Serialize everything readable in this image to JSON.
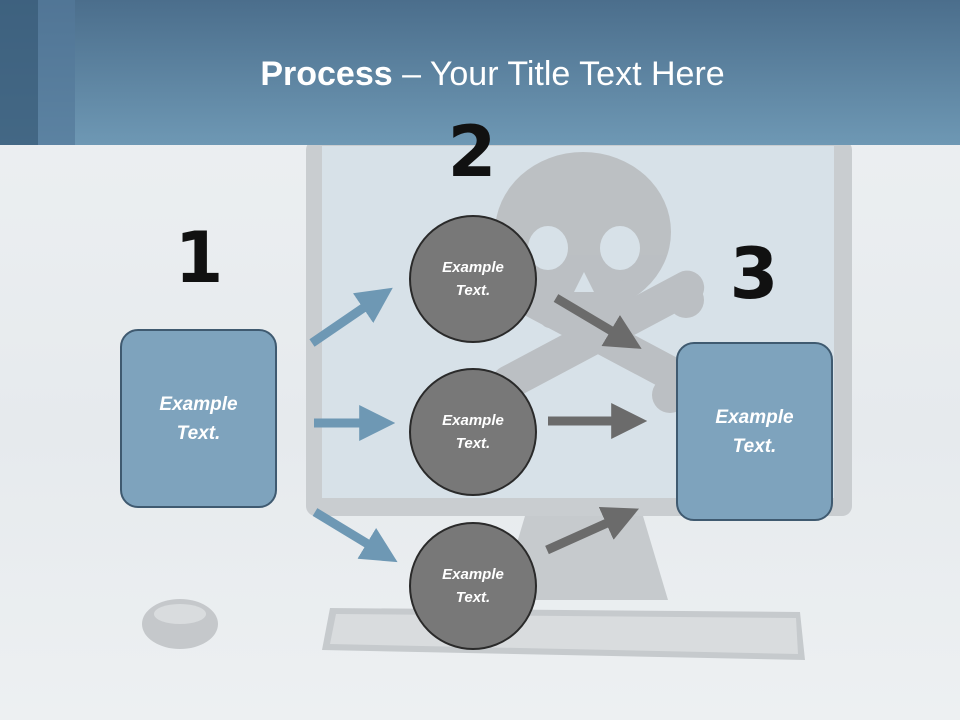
{
  "title": {
    "bold": "Process",
    "rest": " – Your Title Text Here"
  },
  "steps": [
    {
      "number": "1",
      "lines": [
        "Example",
        "Text."
      ]
    },
    {
      "number": "2",
      "lines": [
        "Example",
        "Text."
      ]
    },
    {
      "number": "3",
      "lines": [
        "Example",
        "Text."
      ]
    }
  ],
  "circles": [
    {
      "lines": [
        "Example",
        "Text."
      ]
    },
    {
      "lines": [
        "Example",
        "Text."
      ]
    },
    {
      "lines": [
        "Example",
        "Text."
      ]
    }
  ],
  "colors": {
    "header": "#5f87a6",
    "box": "#7ea3bd",
    "circle": "#787878",
    "arrow_blue": "#6e98b4",
    "arrow_gray": "#6b6b6b"
  }
}
